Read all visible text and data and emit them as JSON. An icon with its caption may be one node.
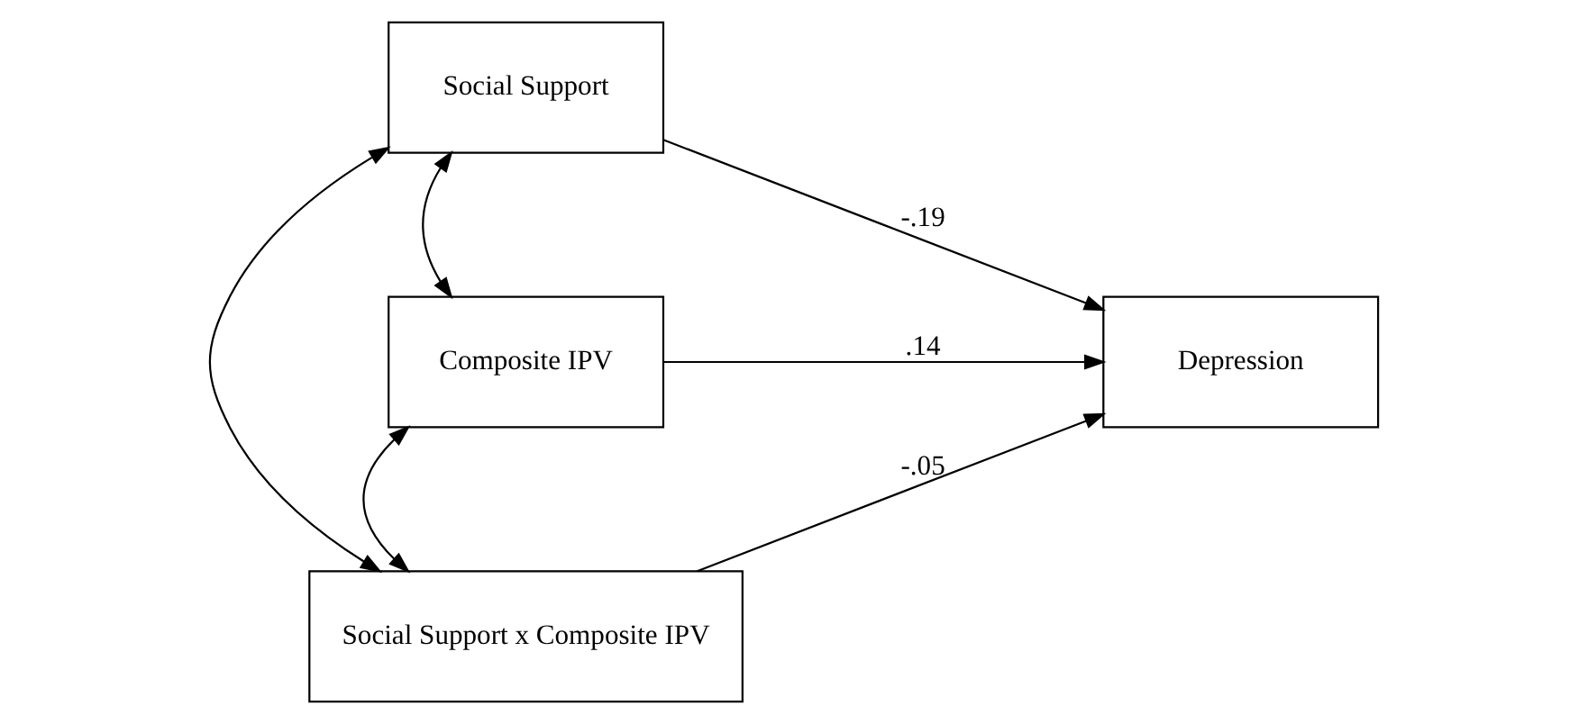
{
  "diagram": {
    "nodes": [
      {
        "text": [
          "Social Support"
        ]
      },
      {
        "text": [
          "Composite IPV"
        ]
      },
      {
        "text": [
          "Social Support x Composite IPV"
        ]
      },
      {
        "text": [
          "Depression"
        ]
      }
    ],
    "edges": [
      {
        "from": 0,
        "to": 3,
        "arrow": "to",
        "label": "-.19"
      },
      {
        "from": 1,
        "to": 3,
        "arrow": "to",
        "label": ".14"
      },
      {
        "from": 2,
        "to": 3,
        "arrow": "to",
        "label": "-.05"
      },
      {
        "from": 0,
        "to": 1,
        "arrow": "both"
      },
      {
        "from": 1,
        "to": 2,
        "arrow": "both"
      },
      {
        "from": 0,
        "to": 2,
        "arrow": "both"
      }
    ]
  }
}
